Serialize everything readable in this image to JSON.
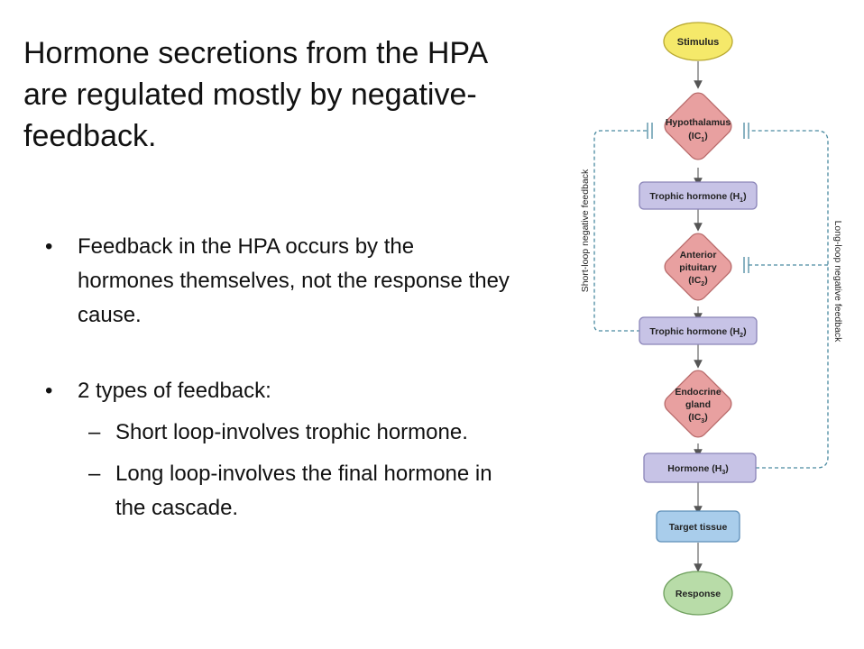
{
  "slide": {
    "title": "Hormone secretions from the HPA are regulated mostly by negative-feedback.",
    "bullets": [
      {
        "text": "Feedback in the HPA occurs by the hormones themselves, not the response they cause."
      },
      {
        "text": "2 types of feedback:",
        "subitems": [
          "Short loop-involves trophic hormone.",
          "Long loop-involves the final hormone in the cascade."
        ]
      }
    ]
  },
  "diagram": {
    "nodes": {
      "stimulus": "Stimulus",
      "hypothalamus": {
        "name": "Hypothalamus",
        "code": "(IC",
        "sub": "1",
        "close": ")"
      },
      "trophic1": {
        "label": "Trophic hormone (H",
        "sub": "1",
        "close": ")"
      },
      "anterior": {
        "line1": "Anterior",
        "line2": "pituitary",
        "code": "(IC",
        "sub": "2",
        "close": ")"
      },
      "trophic2": {
        "label": "Trophic hormone (H",
        "sub": "2",
        "close": ")"
      },
      "endocrine": {
        "line1": "Endocrine",
        "line2": "gland",
        "code": "(IC",
        "sub": "3",
        "close": ")"
      },
      "hormone3": {
        "label": "Hormone (H",
        "sub": "3",
        "close": ")"
      },
      "target": "Target tissue",
      "response": "Response"
    },
    "loops": {
      "short": "Short-loop negative feedback",
      "long": "Long-loop negative feedback"
    },
    "colors": {
      "yellow": "#F5E96A",
      "diamond": "#E8A0A0",
      "purple": "#C7C3E6",
      "blue": "#A9CDEB",
      "green": "#B8DCA8",
      "dashed": "#4A8AA0"
    }
  }
}
